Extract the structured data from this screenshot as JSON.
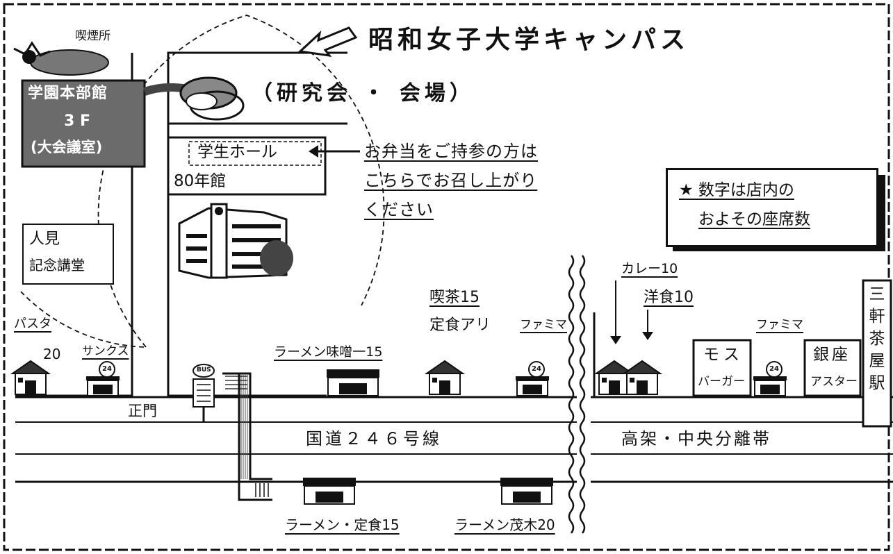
{
  "title": "昭和女子大学キャンパス",
  "venue_note": "（研究会 ・ 会場）",
  "smoking_area": "喫煙所",
  "main_building": {
    "name": "学園本部館",
    "floor": "3 F",
    "room": "(大会議室)"
  },
  "student_hall": "学生ホール",
  "building_80": "80年館",
  "bento_note": [
    "お弁当をご持参の方は",
    "こちらでお召し上がり",
    "ください"
  ],
  "legend": [
    "★ 数字は店内の",
    "およその座席数"
  ],
  "hitomi_hall": [
    "人見",
    "記念講堂"
  ],
  "main_gate": "正門",
  "bus_sign": "BUS",
  "road_main": "国道２４６号線",
  "road_elevated": "高架・中央分離帯",
  "station_vertical": [
    "三",
    "軒",
    "茶",
    "屋",
    "駅"
  ],
  "shops": {
    "pasta": [
      "パスタ",
      "20"
    ],
    "thanks": "サンクス",
    "ramen_miso": "ラーメン味噌一15",
    "kissa": [
      "喫茶15",
      "定食アリ"
    ],
    "famima_left": "ファミマ",
    "curry": "カレー10",
    "yoshoku": "洋食10",
    "mos": [
      "モス",
      "バーガー"
    ],
    "famima_right": "ファミマ",
    "ginza_aster": [
      "銀座",
      "アスター"
    ],
    "ramen_teishoku": "ラーメン・定食15",
    "ramen_shigeki": "ラーメン茂木20"
  },
  "store_badge": "24",
  "colors": {
    "ink": "#111111",
    "building_fill": "#6b6b6b",
    "paper": "#ffffff"
  },
  "icons": [
    "arrow-icon",
    "shop-icon",
    "convenience-store-icon",
    "bus-stop-icon",
    "school-building-icon",
    "smoking-cloud-icon",
    "star-icon"
  ]
}
